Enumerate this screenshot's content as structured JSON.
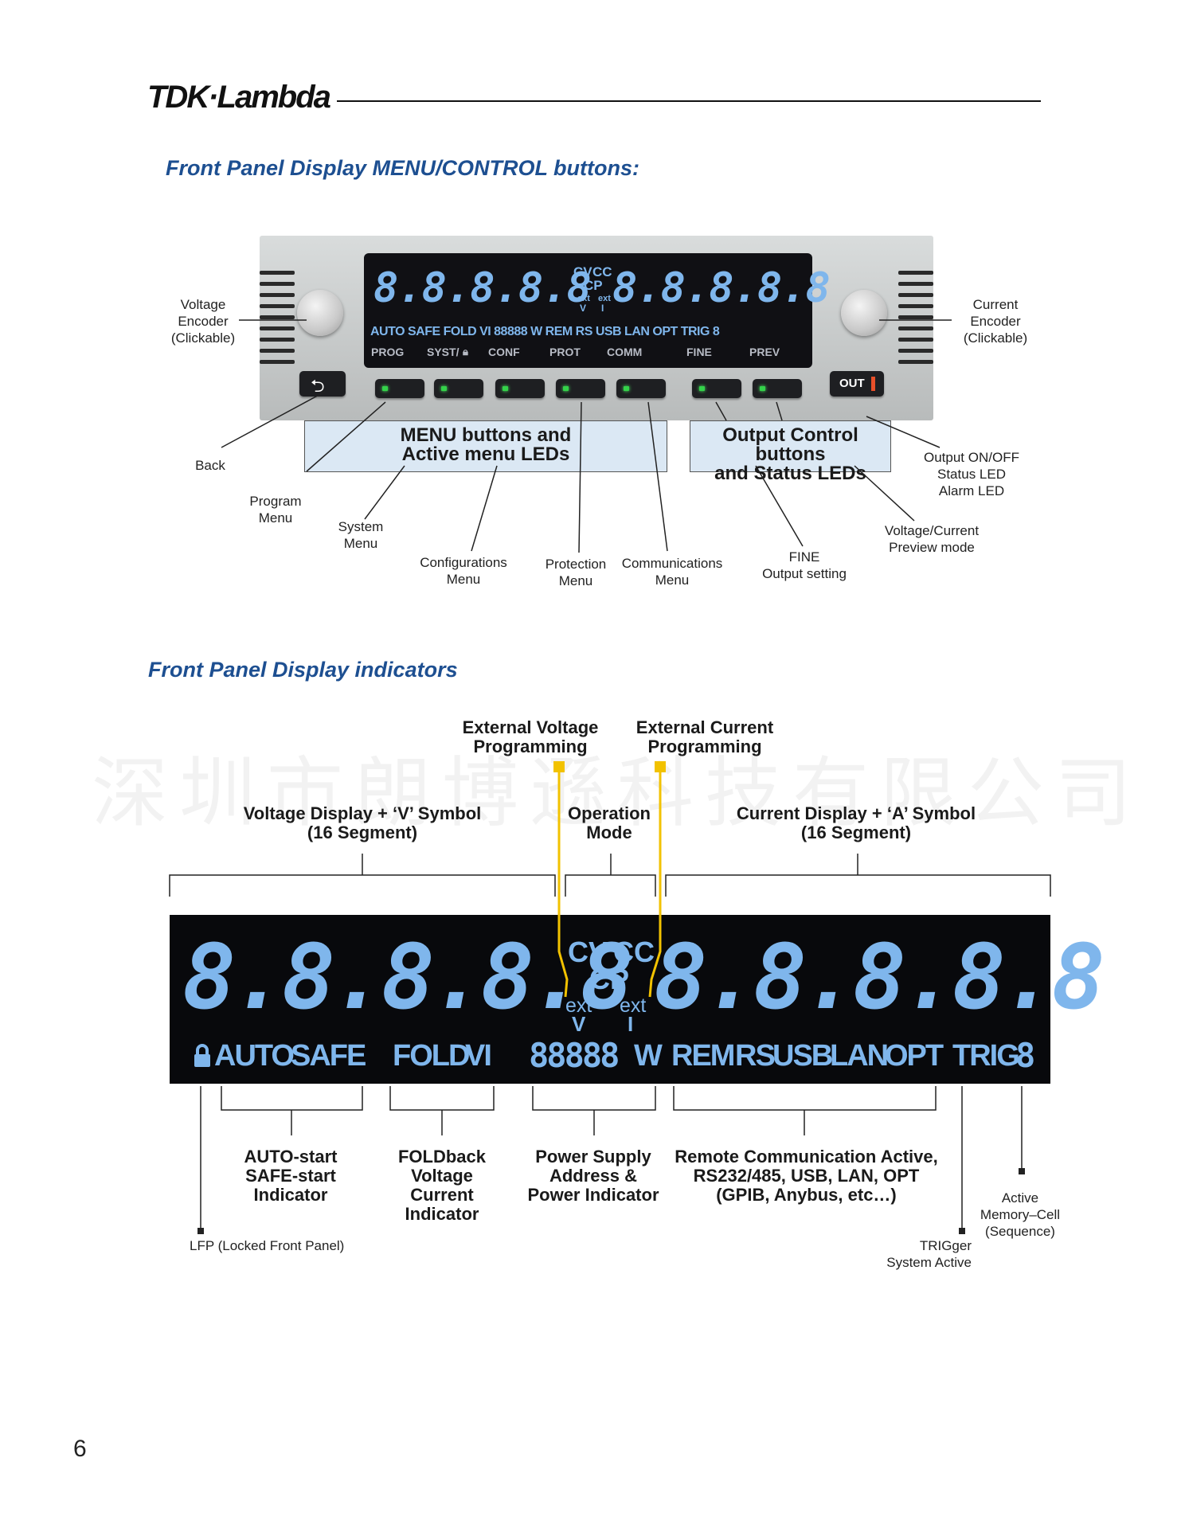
{
  "header": {
    "brand": "TDK·Lambda"
  },
  "section1": {
    "title": "Front Panel Display MENU/CONTROL buttons:",
    "lcd": {
      "voltage_digits": "8.8.8.8.8",
      "current_digits": "8.8.8.8.8",
      "mode_cv": "CV",
      "mode_cc": "CC",
      "mode_cp": "CP",
      "ext_v": "ext",
      "ext_i": "ext",
      "sym_v": "V",
      "sym_i": "I",
      "indicators": "AUTO SAFE   FOLD VI   88888 W  REM RS USB LAN OPT  TRIG 8",
      "menu_labels": [
        "PROG",
        "SYST/",
        "CONF",
        "PROT",
        "COMM",
        "FINE",
        "PREV"
      ]
    },
    "out_button": "OUT",
    "callout_menu": "MENU buttons and\nActive menu LEDs",
    "callout_output": "Output Control buttons\nand Status LEDs",
    "labels": {
      "voltage_encoder": "Voltage\nEncoder\n(Clickable)",
      "current_encoder": "Current\nEncoder\n(Clickable)",
      "back": "Back",
      "program_menu": "Program\nMenu",
      "system_menu": "System\nMenu",
      "configurations_menu": "Configurations\nMenu",
      "protection_menu": "Protection\nMenu",
      "communications_menu": "Communications\nMenu",
      "fine_output": "FINE\nOutput setting",
      "voltage_current_preview": "Voltage/Current\nPreview mode",
      "output_onoff": "Output ON/OFF\nStatus LED\nAlarm LED"
    }
  },
  "section2": {
    "title": "Front Panel Display indicators",
    "watermark": "深圳市朗博遜科技有限公司",
    "labels": {
      "ext_voltage": "External Voltage\nProgramming",
      "ext_current": "External Current\nProgramming",
      "voltage_display": "Voltage Display + ‘V’ Symbol\n(16 Segment)",
      "operation_mode": "Operation\nMode",
      "current_display": "Current Display + ‘A’ Symbol\n(16 Segment)",
      "auto_safe": "AUTO-start\nSAFE-start\nIndicator",
      "foldback": "FOLDback\nVoltage\nCurrent\nIndicator",
      "power_supply": "Power Supply\nAddress &\nPower Indicator",
      "remote_comm": "Remote Communication Active,\nRS232/485, USB, LAN, OPT\n(GPIB, Anybus, etc…)",
      "lfp": "LFP (Locked Front Panel)",
      "trigger": "TRIGger\nSystem Active",
      "active_memory": "Active\nMemory–Cell\n(Sequence)"
    },
    "lcd": {
      "voltage_digits": "8.8.8.8.8",
      "current_digits": "8.8.8.8.8",
      "mode_cv": "CV",
      "mode_cc": "CC",
      "mode_cp": "CP",
      "ext_v": "ext",
      "ext_i": "ext",
      "sym_v": "V",
      "sym_i": "I",
      "auto": "AUTO",
      "safe": "SAFE",
      "fold": "FOLD",
      "vi": "VI",
      "addr": "88888",
      "w": "W",
      "rem": "REM",
      "rs": "RS",
      "usb": "USB",
      "lan": "LAN",
      "opt": "OPT",
      "trig": "TRIG",
      "trig_digit": "8"
    }
  },
  "footer": {
    "page_number": "6"
  },
  "colors": {
    "title_blue": "#1d4f91",
    "lcd_blue": "#7fb6ec",
    "led_green": "#34d24a",
    "yellow": "#f2c200"
  }
}
